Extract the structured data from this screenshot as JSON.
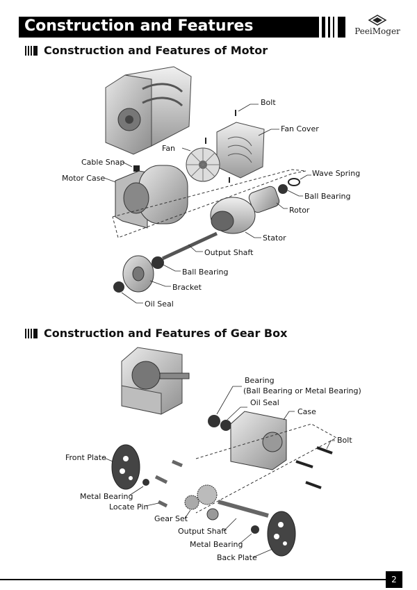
{
  "header": {
    "title": "Construction and Features",
    "brand": "PeeiMoger"
  },
  "motor_section": {
    "title": "Construction and Features of Motor",
    "labels": {
      "bolt": "Bolt",
      "fan_cover": "Fan Cover",
      "fan": "Fan",
      "cable_snap": "Cable Snap",
      "wave_spring": "Wave Spring",
      "motor_case": "Motor Case",
      "ball_bearing_rear": "Ball Bearing",
      "rotor": "Rotor",
      "stator": "Stator",
      "output_shaft": "Output Shaft",
      "ball_bearing_front": "Ball Bearing",
      "bracket": "Bracket",
      "oil_seal": "Oil Seal"
    }
  },
  "gearbox_section": {
    "title": "Construction and Features of Gear Box",
    "labels": {
      "bearing": "Bearing",
      "bearing_note": "(Ball Bearing or Metal Bearing)",
      "oil_seal": "Oil Seal",
      "case": "Case",
      "bolt": "Bolt",
      "front_plate": "Front Plate",
      "metal_bearing_front": "Metal Bearing",
      "locate_pin": "Locate Pin",
      "gear_set": "Gear Set",
      "output_shaft": "Output Shaft",
      "metal_bearing_back": "Metal Bearing",
      "back_plate": "Back Plate"
    }
  },
  "footer": {
    "page_number": "2"
  }
}
